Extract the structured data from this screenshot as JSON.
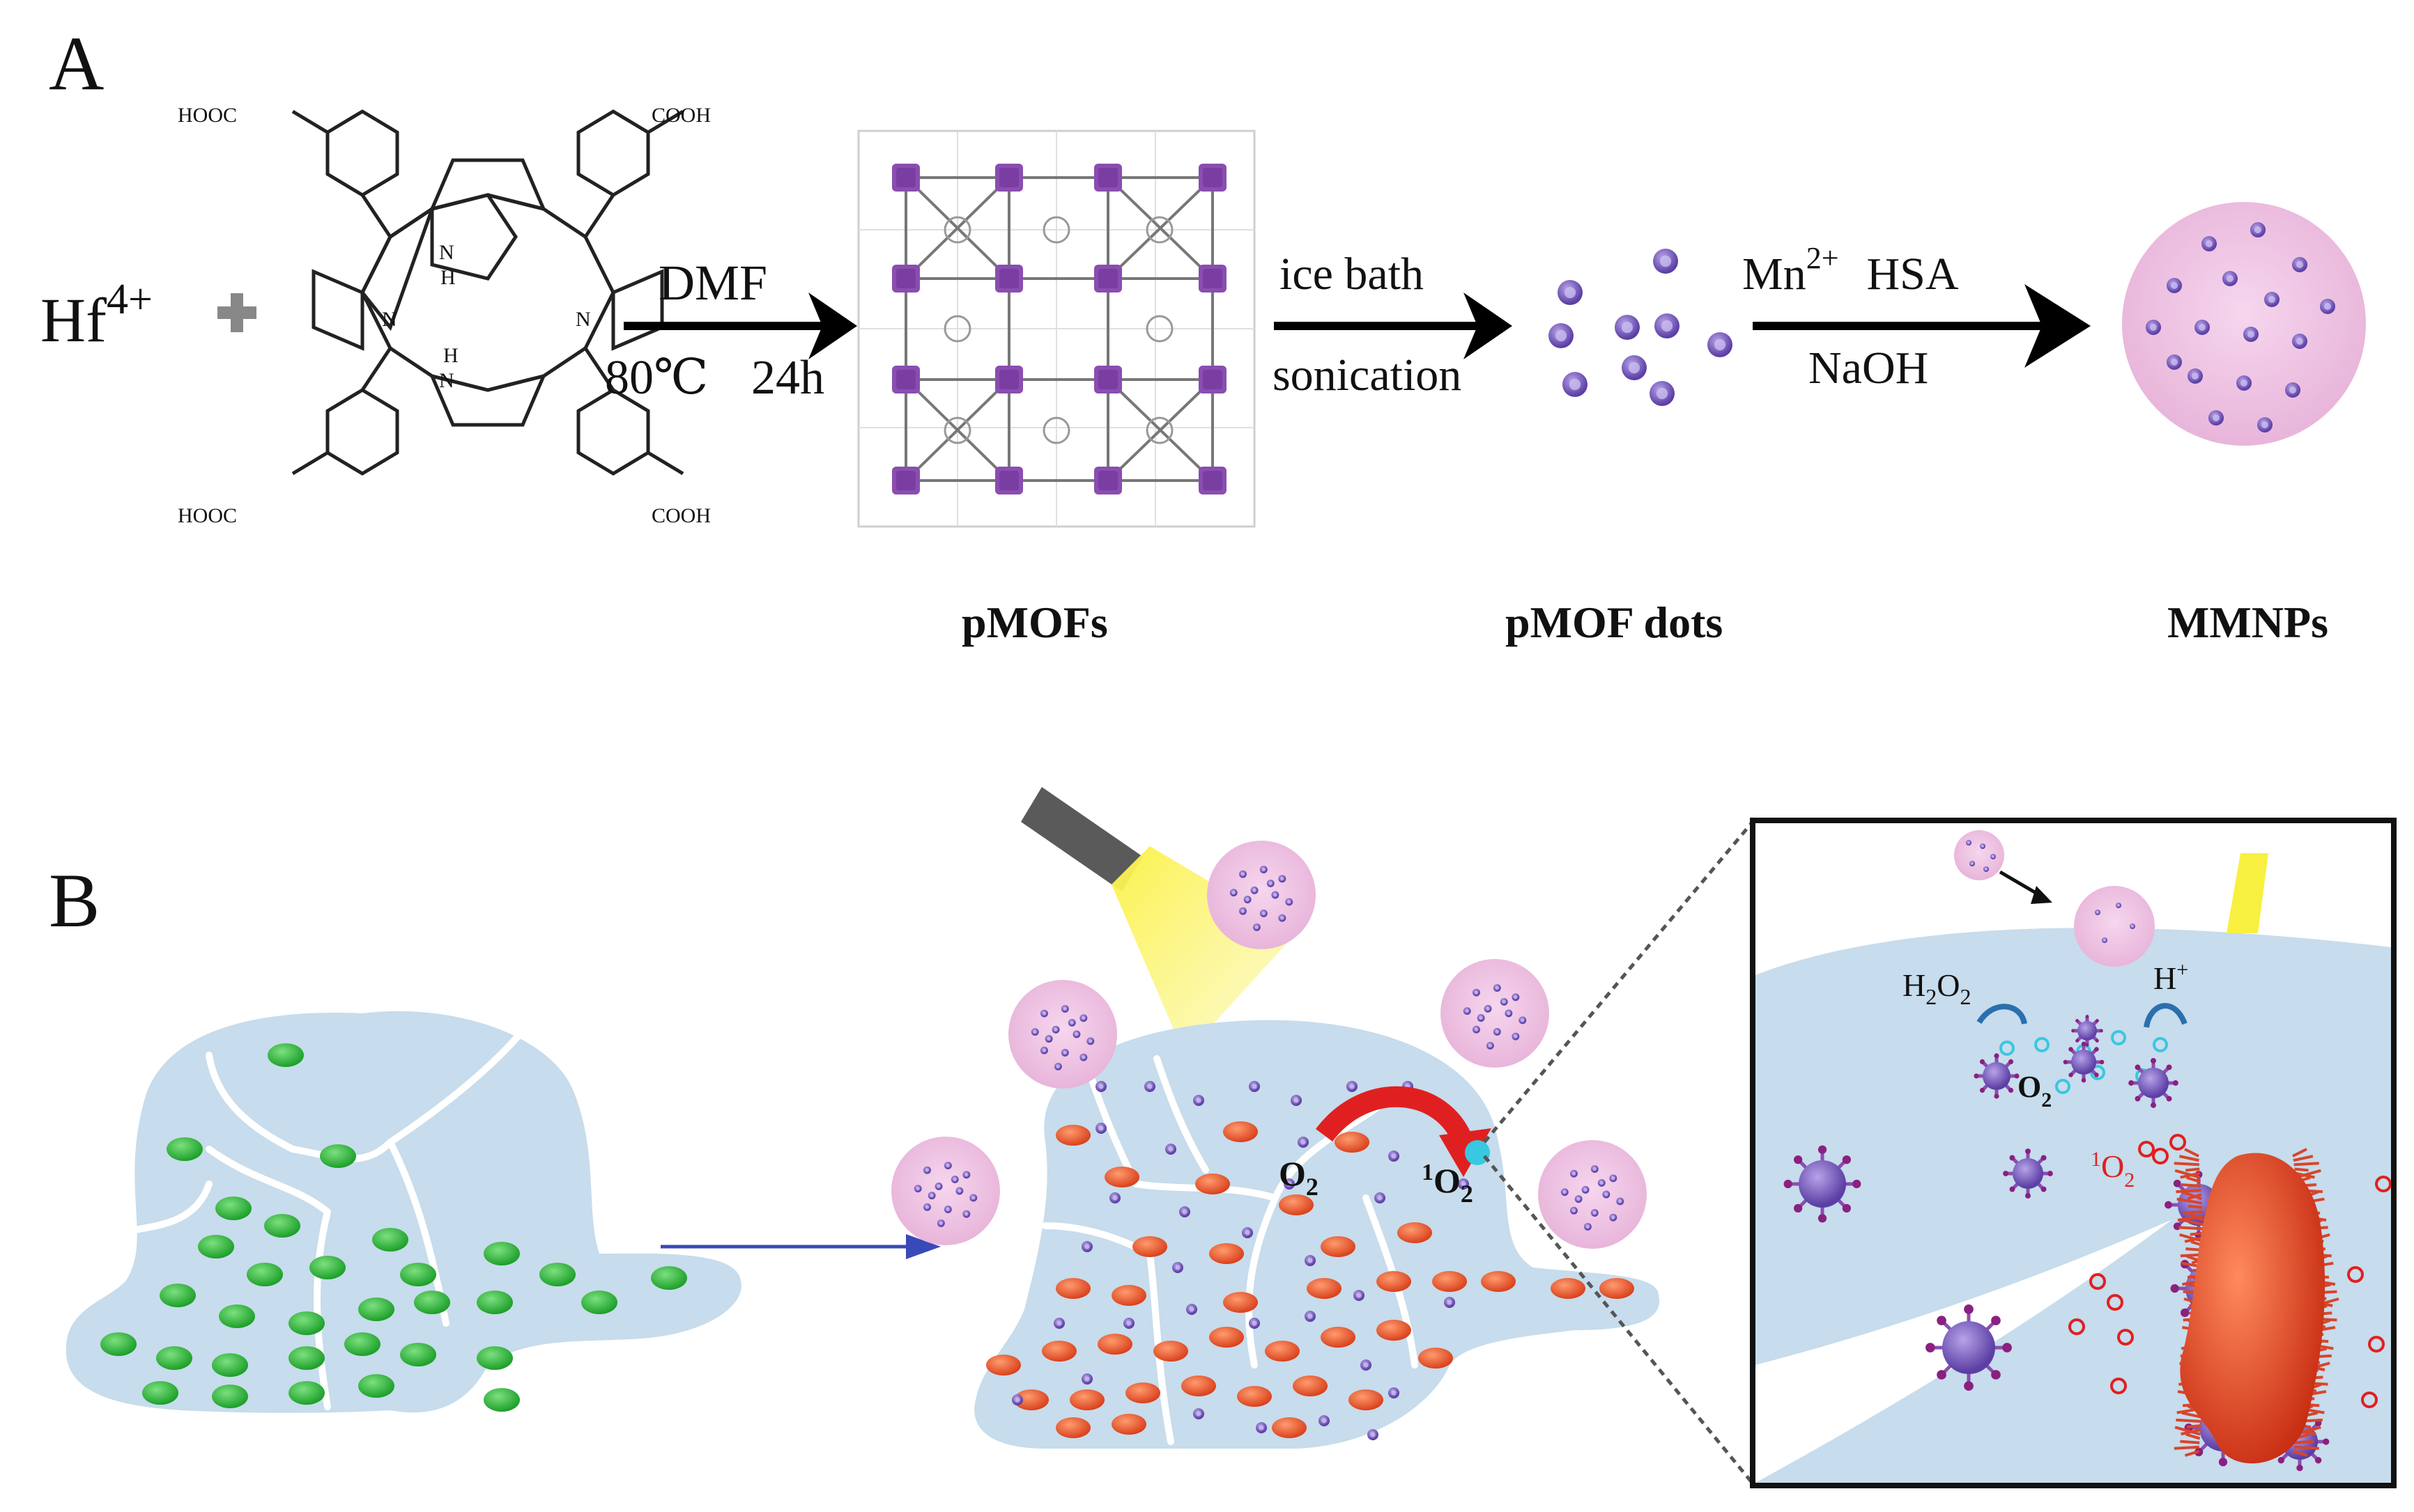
{
  "panel_a": {
    "letter": "A",
    "reactant_ion": {
      "base": "Hf",
      "charge": "4+"
    },
    "plus": "+",
    "porphyrin_groups": [
      "HOOC",
      "COOH",
      "HOOC",
      "COOH"
    ],
    "porphyrin_atoms": [
      "N",
      "H",
      "N",
      "N",
      "H",
      "N"
    ],
    "step1": {
      "above": "DMF",
      "below_left": "80℃",
      "below_right": "24h"
    },
    "step2": {
      "above": "ice bath",
      "below": "sonication"
    },
    "step3": {
      "above_ion_base": "Mn",
      "above_ion_charge": "2+",
      "above_protein": "HSA",
      "below": "NaOH"
    },
    "products": [
      "pMOFs",
      "pMOF dots",
      "MMNPs"
    ]
  },
  "panel_b": {
    "letter": "B",
    "labels": {
      "oxygen": {
        "base": "O",
        "sub": "2"
      },
      "singlet_oxygen": {
        "pre": "1",
        "base": "O",
        "sub": "2"
      }
    },
    "inset": {
      "h2o2": {
        "a": "H",
        "a_sub": "2",
        "b": "O",
        "b_sub": "2"
      },
      "proton": {
        "base": "H",
        "sup": "+"
      },
      "oxygen": {
        "base": "O",
        "sub": "2"
      },
      "singlet_oxygen": {
        "pre": "1",
        "base": "O",
        "sub": "2"
      }
    }
  },
  "colors": {
    "pink_particle": "#ecbfe0",
    "purple_dot": "#7a5cc0",
    "mof_node": "#8a4db0",
    "bacteria_green": "#2db83a",
    "bacteria_red": "#e2562e",
    "biofilm_blue": "#c7dcec",
    "light_yellow": "#f8f040",
    "red_arrow": "#e02020",
    "cyan": "#38c8e0"
  }
}
